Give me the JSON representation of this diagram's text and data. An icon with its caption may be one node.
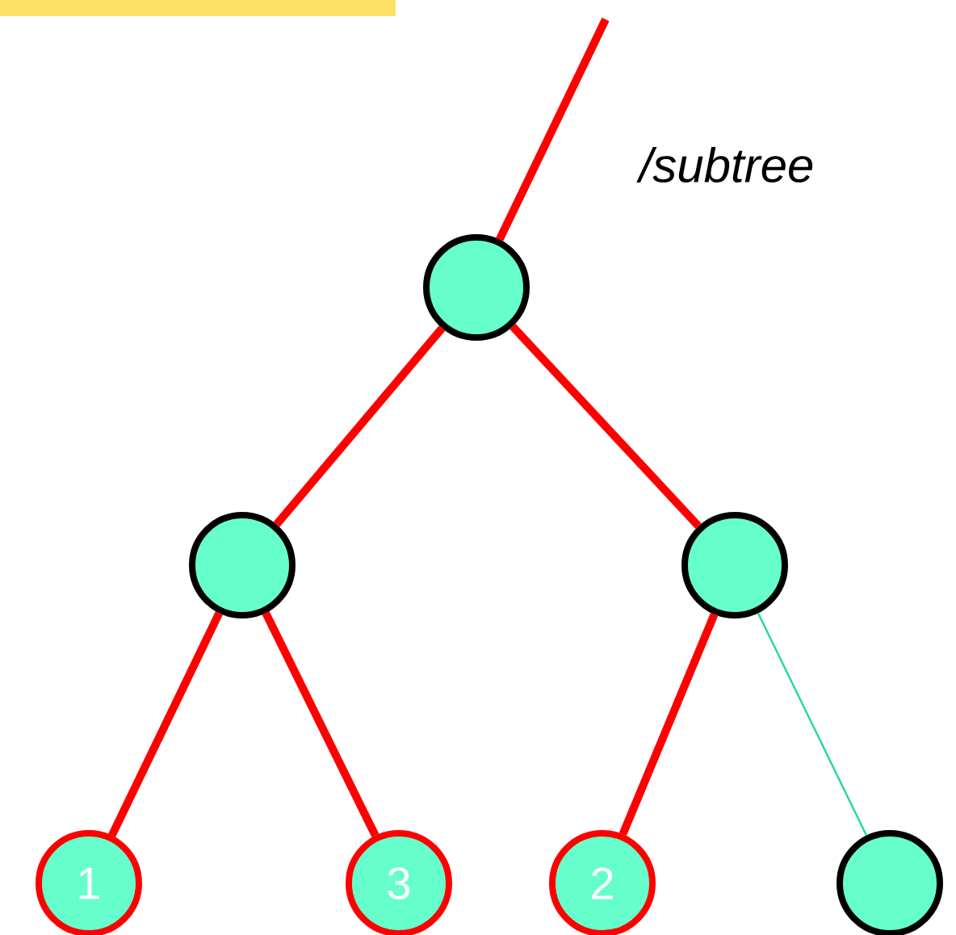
{
  "diagram": {
    "nodes": [
      {
        "text": [],
        "shape": "circle"
      },
      {
        "text": [],
        "shape": "circle"
      },
      {
        "text": [],
        "shape": "circle"
      },
      {
        "text": [
          "1"
        ]
      },
      {
        "text": [
          "3"
        ]
      },
      {
        "text": [
          "2"
        ]
      },
      {
        "text": [],
        "shape": "circle"
      }
    ],
    "edges": [
      {
        "from": null,
        "to": 0,
        "arrow": "none",
        "label": "/subtree"
      },
      {
        "from": 0,
        "to": 1,
        "arrow": "none"
      },
      {
        "from": 0,
        "to": 2,
        "arrow": "none"
      },
      {
        "from": 1,
        "to": 3,
        "arrow": "none"
      },
      {
        "from": 1,
        "to": 4,
        "arrow": "none"
      },
      {
        "from": 2,
        "to": 5,
        "arrow": "none"
      },
      {
        "from": 2,
        "to": 6,
        "arrow": "none",
        "color": "#1fd6a6"
      }
    ]
  }
}
